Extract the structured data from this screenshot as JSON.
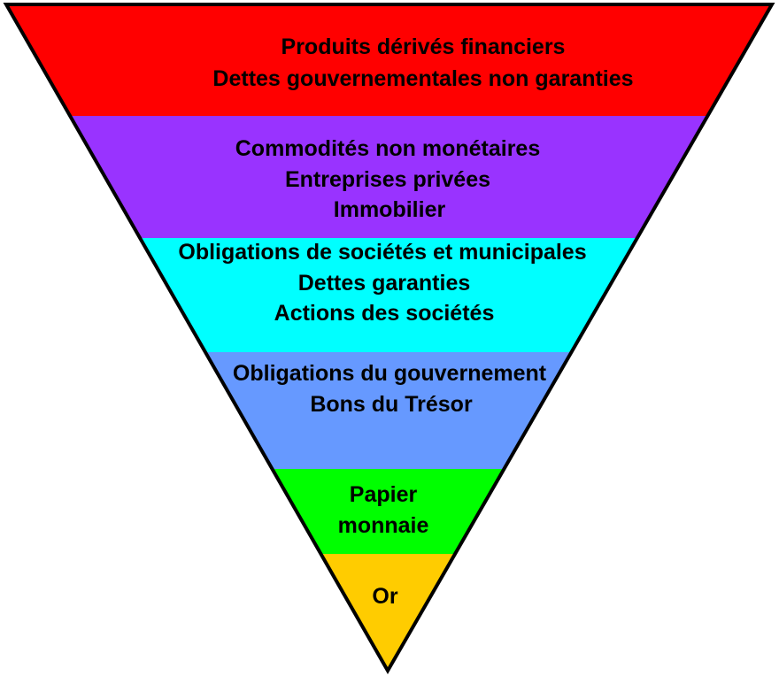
{
  "diagram": {
    "type": "inverted-pyramid",
    "tiers": [
      {
        "color": "#ff0000",
        "lines": [
          "Produits dérivés financiers",
          "Dettes gouvernementales non garanties"
        ]
      },
      {
        "color": "#9933ff",
        "lines": [
          "Commodités non monétaires",
          "Entreprises privées",
          "Immobilier"
        ]
      },
      {
        "color": "#00ffff",
        "lines": [
          "Obligations de sociétés et municipales",
          "Dettes garanties",
          "Actions des sociétés"
        ]
      },
      {
        "color": "#6699ff",
        "lines": [
          "Obligations du gouvernement",
          "Bons du Trésor"
        ]
      },
      {
        "color": "#00ff00",
        "lines": [
          "Papier",
          "monnaie"
        ]
      },
      {
        "color": "#ffcc00",
        "lines": [
          "Or"
        ]
      }
    ]
  }
}
